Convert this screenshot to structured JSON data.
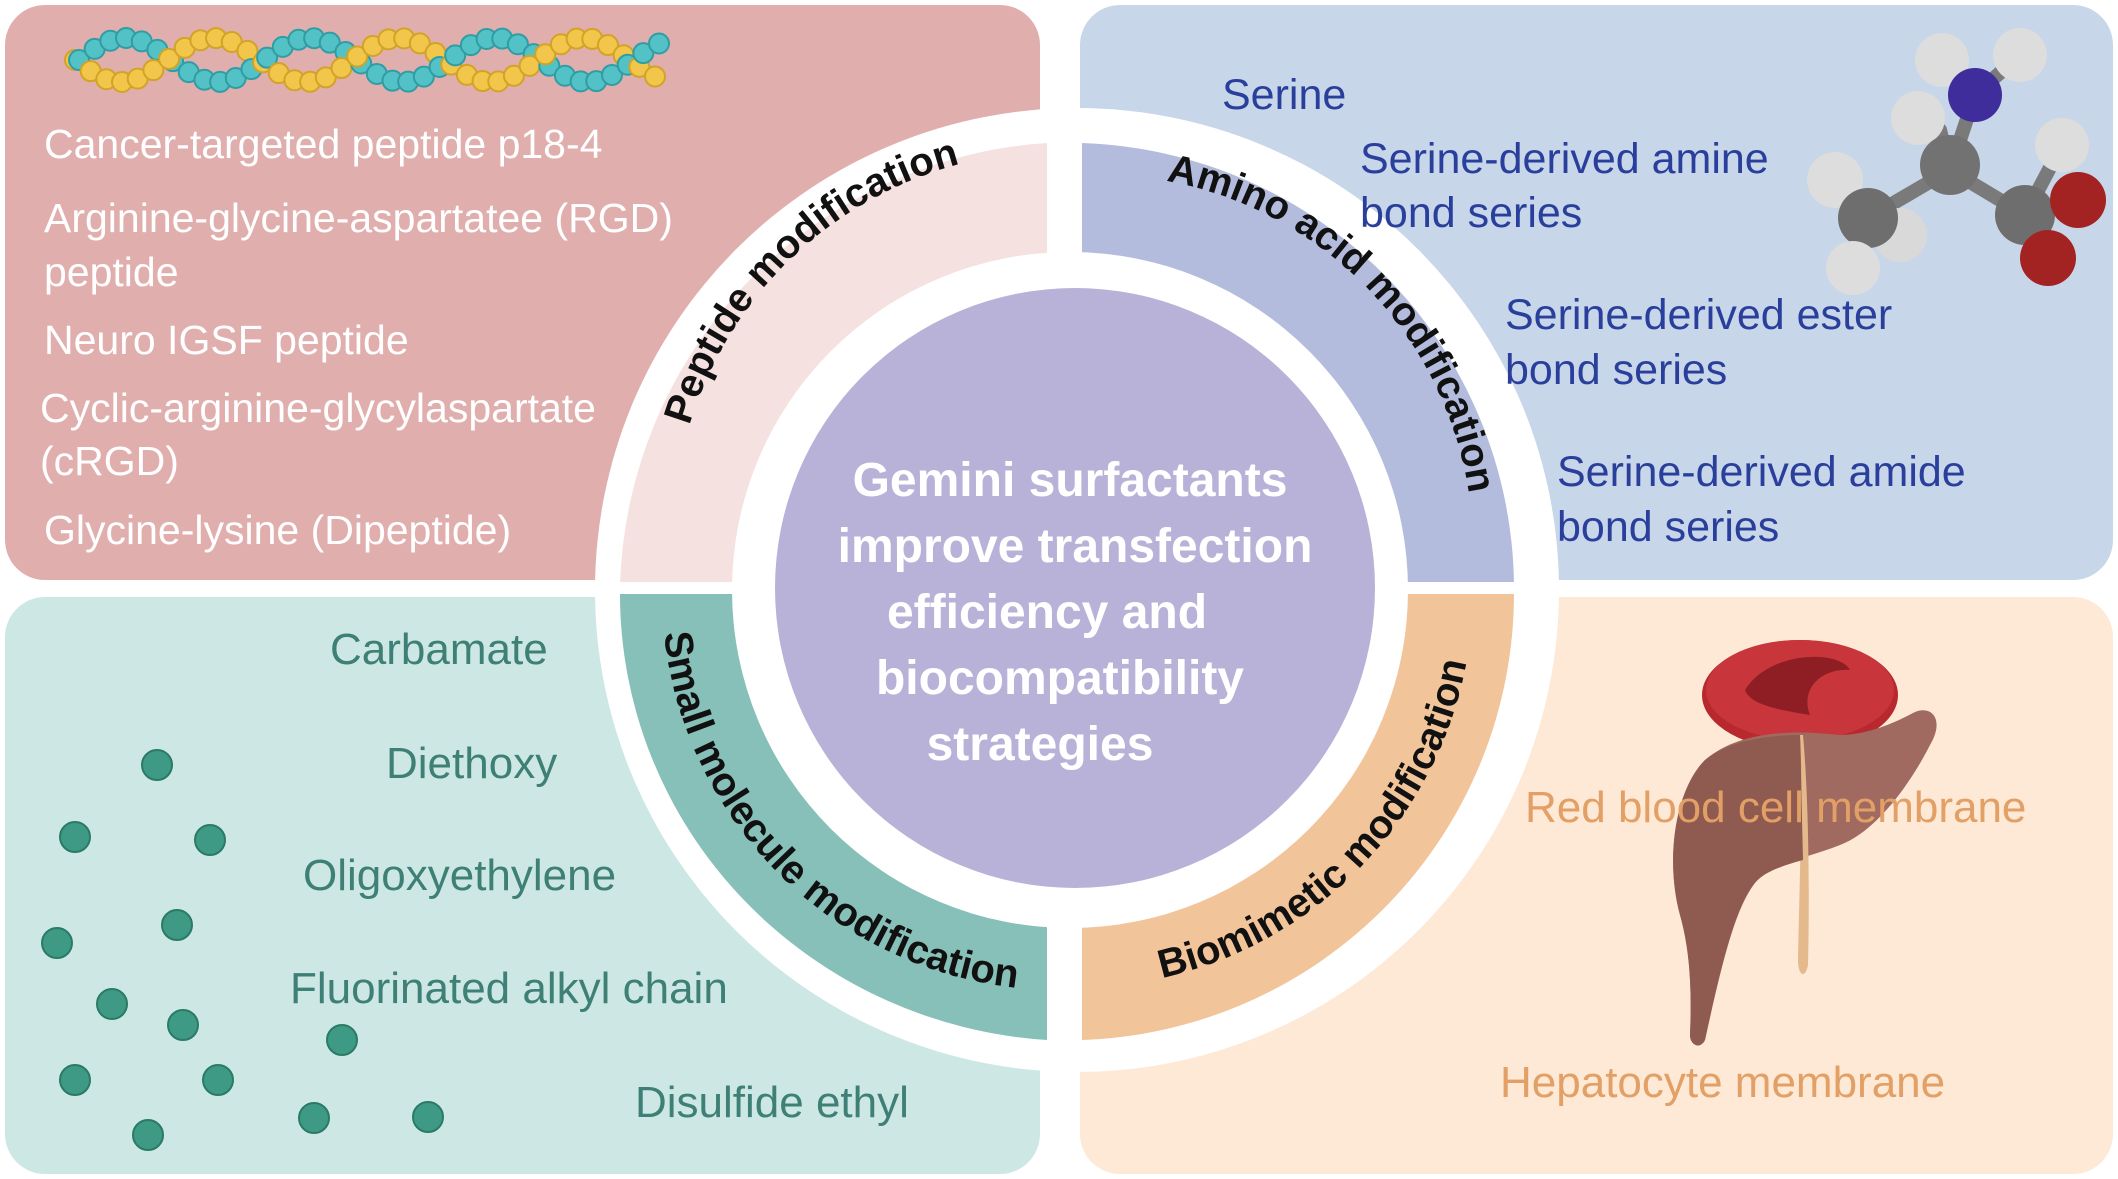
{
  "center": {
    "lines": [
      "Gemini surfactants",
      "improve transfection",
      "efficiency and",
      "biocompatibility",
      "strategies"
    ]
  },
  "ring_labels": {
    "peptide": "Peptide modification",
    "amino": "Amino acid modification",
    "small": "Small molecule modification",
    "bio": "Biomimetic modification"
  },
  "peptide_panel": {
    "items": [
      "Cancer-targeted peptide p18-4",
      "Arginine-glycine-aspartatee (RGD)",
      "peptide",
      "Neuro IGSF peptide",
      "Cyclic-arginine-glycylaspartate",
      "(cRGD)",
      "Glycine-lysine (Dipeptide)"
    ]
  },
  "amino_panel": {
    "items": [
      "Serine",
      "Serine-derived amine",
      "bond series",
      "Serine-derived ester",
      "bond series",
      "Serine-derived amide",
      "bond series"
    ]
  },
  "small_panel": {
    "items": [
      "Carbamate",
      "Diethoxy",
      "Oligoxyethylene",
      "Fluorinated alkyl chain",
      "Disulfide ethyl"
    ]
  },
  "bio_panel": {
    "items": [
      "Red blood cell membrane",
      "Hepatocyte membrane"
    ]
  },
  "icons": [
    "peptide-chain-icon",
    "serine-molecule-icon",
    "red-blood-cell-icon",
    "liver-icon",
    "small-molecule-dots-icon"
  ],
  "colors": {
    "peptide_panel": "#e1aeae",
    "amino_panel": "#c7d6e8",
    "small_panel": "#cde8e4",
    "bio_panel": "#fde9d5",
    "peptide_ring": "#f5e2e0",
    "amino_ring": "#b3bcdd",
    "small_ring": "#86c0b8",
    "bio_ring": "#f2c49a",
    "center": "#b8b2d8"
  }
}
